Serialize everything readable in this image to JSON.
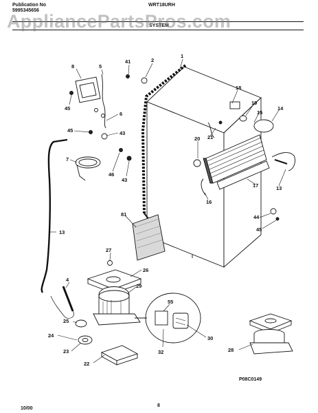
{
  "header": {
    "publication_label": "Publication No",
    "publication_number": "5995345656",
    "model": "WRT18URH",
    "section_title": "SYSTEM",
    "watermark": "AppliancePartsPros.com"
  },
  "callouts": [
    "1",
    "2",
    "41",
    "8",
    "5",
    "45",
    "6",
    "45",
    "43",
    "7",
    "46",
    "43",
    "18",
    "19",
    "15",
    "14",
    "21",
    "20",
    "17",
    "13",
    "16",
    "81",
    "44",
    "45",
    "13",
    "27",
    "26",
    "4",
    "29",
    "55",
    "25",
    "24",
    "23",
    "30",
    "32",
    "22",
    "28"
  ],
  "footer": {
    "drawing_code": "P08C0149",
    "date": "10/00",
    "page": "8"
  },
  "colors": {
    "ink": "#111111",
    "watermark": "#8a8a8a",
    "paper": "#ffffff"
  }
}
